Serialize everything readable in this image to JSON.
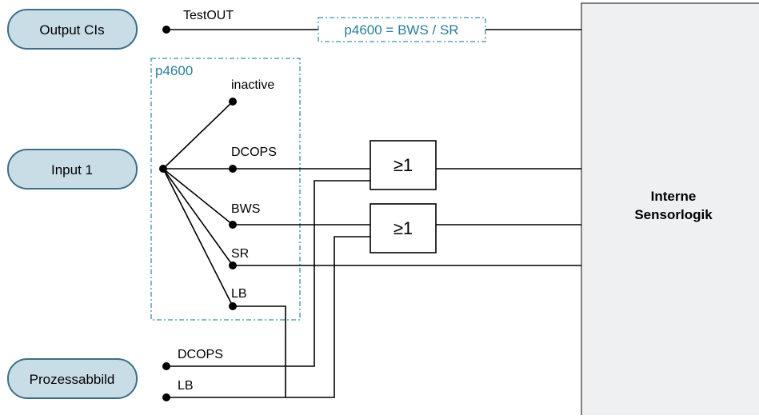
{
  "pills": {
    "output": "Output CIs",
    "input1": "Input 1",
    "prozess": "Prozessabbild"
  },
  "labels": {
    "testout": "TestOUT",
    "formula": "p4600 = BWS / SR",
    "param_box": "p4600",
    "inactive": "inactive",
    "dcops": "DCOPS",
    "bws": "BWS",
    "sr": "SR",
    "lb": "LB",
    "prozess_dcops": "DCOPS",
    "prozess_lb": "LB"
  },
  "gates": {
    "upper": "≥1",
    "lower": "≥1"
  },
  "logic_block": {
    "line1": "Interne",
    "line2": "Sensorlogik"
  },
  "colors": {
    "pill_fill": "#c9dde6",
    "pill_stroke": "#3d6f87",
    "dashed_teal": "#3b8fa6",
    "formula_text": "#2a7f99",
    "logic_fill": "#eef0f2",
    "line": "#000000"
  }
}
